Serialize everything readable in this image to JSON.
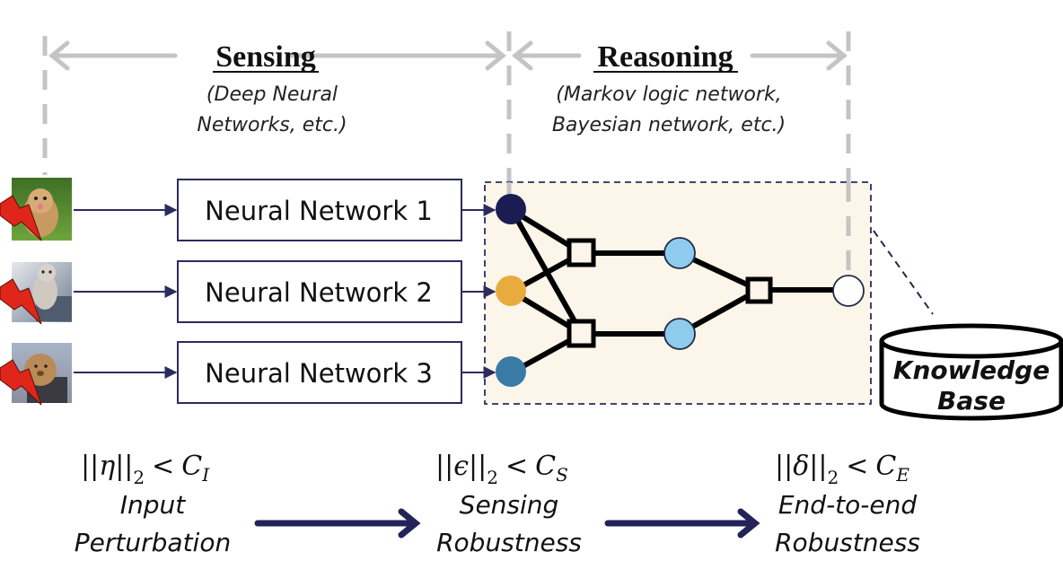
{
  "sections": {
    "sensing": {
      "title": "Sensing",
      "subtitle_line1": "(Deep Neural",
      "subtitle_line2": "Networks, etc.)"
    },
    "reasoning": {
      "title": "Reasoning",
      "subtitle_line1": "(Markov logic network,",
      "subtitle_line2": "Bayesian network, etc.)"
    }
  },
  "inputs": [
    {
      "name": "dog",
      "label": "dog image",
      "perturbed": true
    },
    {
      "name": "kitten",
      "label": "kitten image",
      "perturbed": true
    },
    {
      "name": "lion-cub",
      "label": "lion cub image",
      "perturbed": true
    }
  ],
  "neural_networks": [
    {
      "label": "Neural Network 1"
    },
    {
      "label": "Neural Network 2"
    },
    {
      "label": "Neural Network 3"
    }
  ],
  "reasoning_graph": {
    "background_color": "#fcf5e9",
    "input_nodes": [
      {
        "id": "n1",
        "color": "#1b1d52"
      },
      {
        "id": "n2",
        "color": "#e8ac3e"
      },
      {
        "id": "n3",
        "color": "#3a7aa6"
      }
    ],
    "hidden_nodes_color": "#8ecbed",
    "output_node_color": "#ffffff"
  },
  "knowledge_base": {
    "line1": "Knowledge",
    "line2": "Base"
  },
  "stages": [
    {
      "symbol": "η",
      "norm_sub": "2",
      "op": "<",
      "const": "C",
      "const_sub": "I",
      "line1": "Input",
      "line2": "Perturbation"
    },
    {
      "symbol": "ϵ",
      "norm_sub": "2",
      "op": "<",
      "const": "C",
      "const_sub": "S",
      "line1": "Sensing",
      "line2": "Robustness"
    },
    {
      "symbol": "δ",
      "norm_sub": "2",
      "op": "<",
      "const": "C",
      "const_sub": "E",
      "line1": "End-to-end",
      "line2": "Robustness"
    }
  ],
  "colors": {
    "guide_gray": "#c4c4c4",
    "navy": "#2b2b5e",
    "lightning_red": "#e0261b"
  }
}
